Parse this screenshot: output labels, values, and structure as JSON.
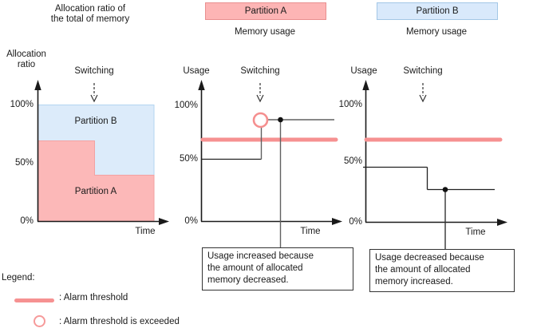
{
  "header": {
    "left_title": "Allocation ratio of\nthe total of memory",
    "partition_a_box": "Partition A",
    "partition_a_sub": "Memory usage",
    "partition_b_box": "Partition B",
    "partition_b_sub": "Memory usage"
  },
  "left_chart": {
    "y_label": "Allocation\nratio",
    "switching": "Switching",
    "tick_100": "100%",
    "tick_50": "50%",
    "tick_0": "0%",
    "area_b_label": "Partition B",
    "area_a_label": "Partition A",
    "time": "Time"
  },
  "mid_chart": {
    "y_label": "Usage",
    "switching": "Switching",
    "tick_100": "100%",
    "tick_50": "50%",
    "tick_0": "0%",
    "time": "Time",
    "callout": "Usage increased because\nthe amount of allocated\nmemory decreased."
  },
  "right_chart": {
    "y_label": "Usage",
    "switching": "Switching",
    "tick_100": "100%",
    "tick_50": "50%",
    "tick_0": "0%",
    "time": "Time",
    "callout": "Usage decreased because\nthe amount of allocated\nmemory increased."
  },
  "legend": {
    "title": "Legend:",
    "threshold_label": ": Alarm threshold",
    "exceeded_label": ": Alarm threshold is exceeded"
  },
  "colors": {
    "partition_a_fill": "#fcb8b8",
    "partition_b_fill": "#dcebfa",
    "alarm_threshold": "#f69191",
    "axis": "#1a1a1a"
  },
  "chart_data": [
    {
      "type": "area",
      "title": "Allocation ratio of the total of memory",
      "ylabel": "Allocation ratio",
      "xlabel": "Time",
      "ylim": [
        0,
        100
      ],
      "yticks": [
        "0%",
        "50%",
        "100%"
      ],
      "event": "Switching (mid-timeline)",
      "series": [
        {
          "name": "Partition A",
          "values_pct": {
            "before_switch": 70,
            "after_switch": 40
          }
        },
        {
          "name": "Partition B",
          "values_pct": {
            "before_switch": 30,
            "after_switch": 60
          }
        }
      ]
    },
    {
      "type": "line",
      "title": "Partition A memory usage",
      "ylabel": "Usage",
      "xlabel": "Time",
      "ylim": [
        0,
        100
      ],
      "yticks": [
        "0%",
        "50%",
        "100%"
      ],
      "event": "Switching",
      "usage_pct": {
        "before_switch": 50,
        "after_switch": 88
      },
      "alarm_threshold_pct": 70,
      "threshold_exceeded": true,
      "annotation": "Usage increased because the amount of allocated memory decreased."
    },
    {
      "type": "line",
      "title": "Partition B memory usage",
      "ylabel": "Usage",
      "xlabel": "Time",
      "ylim": [
        0,
        100
      ],
      "yticks": [
        "0%",
        "50%",
        "100%"
      ],
      "event": "Switching",
      "usage_pct": {
        "before_switch": 47,
        "after_switch": 28
      },
      "alarm_threshold_pct": 70,
      "threshold_exceeded": false,
      "annotation": "Usage decreased because the amount of allocated memory increased."
    }
  ]
}
